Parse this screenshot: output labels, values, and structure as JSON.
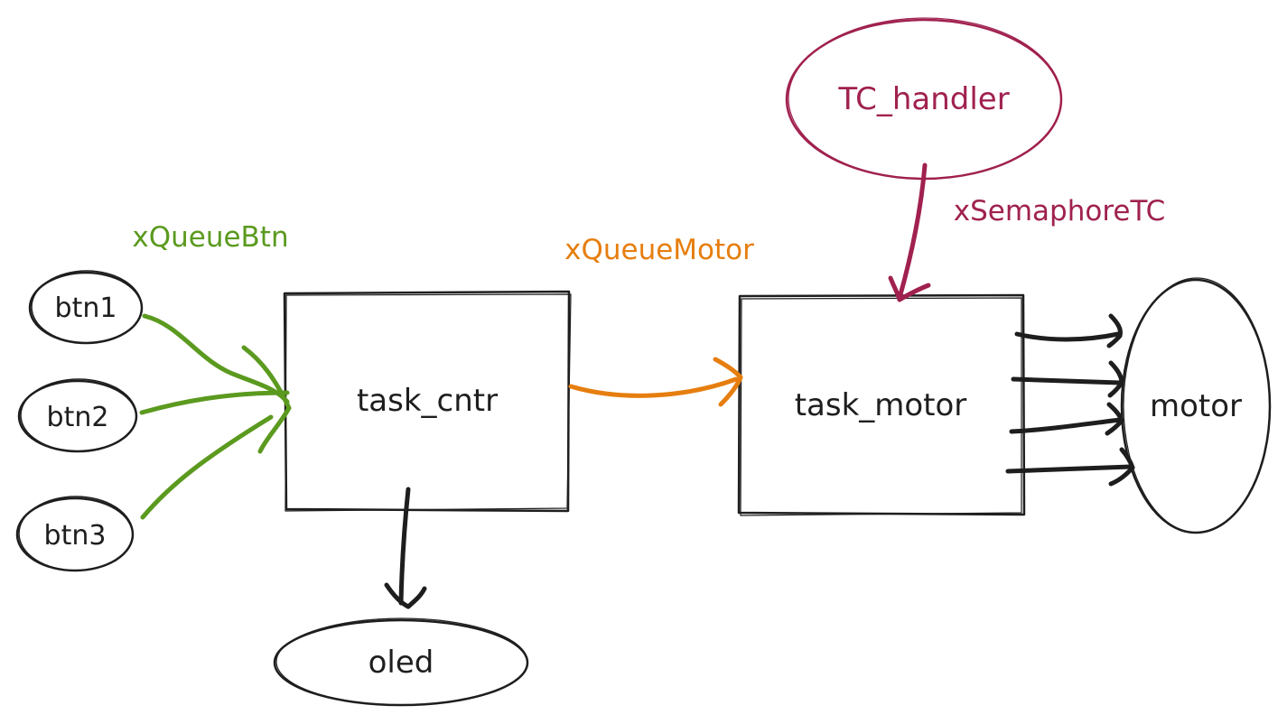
{
  "colors": {
    "black": "#1e1e1e",
    "green": "#5b9a1f",
    "orange": "#e67e0f",
    "magenta": "#a0214f"
  },
  "nodes": {
    "btn1": "btn1",
    "btn2": "btn2",
    "btn3": "btn3",
    "task_cntr": "task_cntr",
    "task_motor": "task_motor",
    "oled": "oled",
    "motor": "motor",
    "tc_handler": "TC_handler"
  },
  "edges": {
    "queue_btn": "xQueueBtn",
    "queue_motor": "xQueueMotor",
    "semaphore_tc": "xSemaphoreTC"
  }
}
